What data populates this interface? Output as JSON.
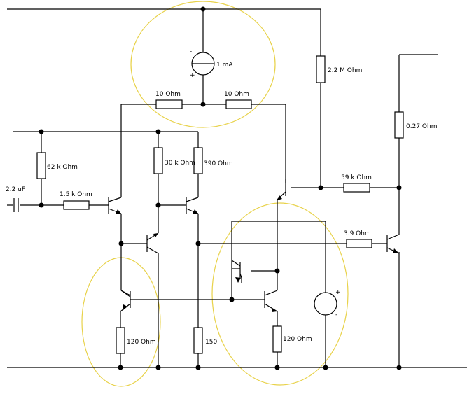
{
  "components": {
    "current_source_label": "1 mA",
    "r_10_left": "10  Ohm",
    "r_10_right": "10  Ohm",
    "r_2_2m": "2.2 M Ohm",
    "r_0_27": "0.27  Ohm",
    "r_62k": "62 k Ohm",
    "r_30k": "30 k Ohm",
    "r_390": "390  Ohm",
    "r_59k": "59 k Ohm",
    "c_input": "2.2 uF",
    "r_1_5k": "1.5 k Ohm",
    "r_3_9": "3.9  Ohm",
    "r_120_left": "120  Ohm",
    "r_150": "150",
    "r_120_right": "120  Ohm",
    "source_plus": "+",
    "source_minus": "-",
    "vsource_plus": "+",
    "vsource_minus": "-"
  },
  "colors": {
    "wire": "#000000",
    "highlight": "#e8d24a"
  }
}
